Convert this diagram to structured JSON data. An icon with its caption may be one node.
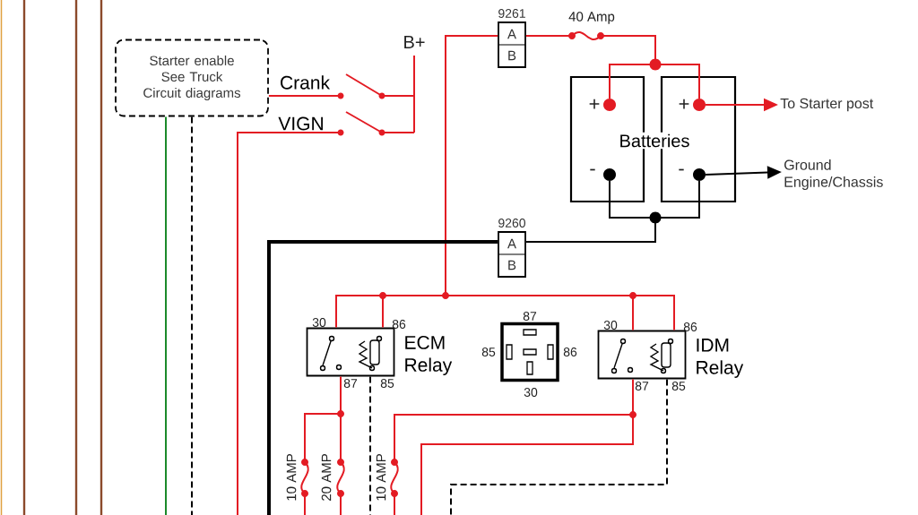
{
  "diagram": {
    "nodes": [
      {
        "text": [
          "Starter enable See Truck Circuit diagrams"
        ]
      },
      {
        "text": [],
        "shape": "switch"
      },
      {
        "text": [
          "A",
          "B"
        ],
        "beside": [
          "9261"
        ]
      },
      {
        "text": [
          "Batteries"
        ]
      },
      {
        "text": [
          "To Starter post"
        ]
      },
      {
        "text": [
          "Ground Engine/Chassis"
        ]
      },
      {
        "text": [
          "A",
          "B"
        ],
        "beside": [
          "9260"
        ]
      },
      {
        "text": [],
        "beside": [
          "ECM Relay",
          "30",
          "86",
          "87",
          "85"
        ],
        "shape": "relay"
      },
      {
        "text": [],
        "beside": [
          "87",
          "85",
          "86",
          "30"
        ],
        "shape": "box"
      },
      {
        "text": [],
        "beside": [
          "IDM Relay",
          "30",
          "86",
          "87",
          "85"
        ],
        "shape": "relay"
      }
    ],
    "edges": [
      {
        "from": 0,
        "to": 1,
        "arrow": "none",
        "label": "Crank"
      },
      {
        "from": 1,
        "to": null,
        "arrow": "none",
        "label": "VIGN"
      },
      {
        "from": 2,
        "to": 3,
        "arrow": "none"
      },
      {
        "from": 3,
        "to": 4,
        "arrow": "to"
      },
      {
        "from": 3,
        "to": 5,
        "arrow": "to",
        "color": "#000000"
      },
      {
        "from": 3,
        "to": 6,
        "arrow": "none",
        "color": "#000000"
      },
      {
        "from": 2,
        "to": 7,
        "arrow": "none"
      },
      {
        "from": 2,
        "to": 9,
        "arrow": "none"
      },
      {
        "from": 7,
        "to": null,
        "arrow": "none"
      },
      {
        "from": 7,
        "to": null,
        "arrow": "none",
        "style": "dashed",
        "color": "#000000"
      },
      {
        "from": 9,
        "to": null,
        "arrow": "none"
      },
      {
        "from": 9,
        "to": null,
        "arrow": "none",
        "style": "dashed",
        "color": "#000000"
      },
      {
        "from": 6,
        "to": null,
        "arrow": "none",
        "style": "thick",
        "color": "#000000"
      },
      {
        "from": 0,
        "to": null,
        "arrow": "none",
        "color": "#1a8a2a"
      },
      {
        "from": 0,
        "to": null,
        "arrow": "none",
        "style": "dashed",
        "color": "#000000"
      }
    ],
    "labels": [
      "B+",
      "40 Amp",
      "+",
      "+",
      "-",
      "-",
      "10 AMP",
      "20 AMP",
      "10 AMP"
    ]
  }
}
